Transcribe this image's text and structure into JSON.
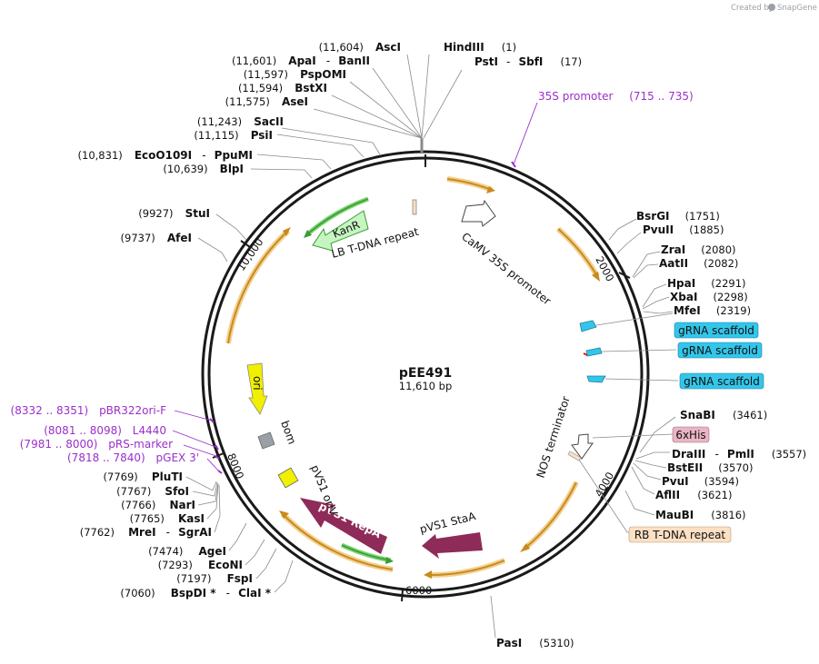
{
  "credit": {
    "prefix": "Created by",
    "brand": "SnapGene"
  },
  "plasmid": {
    "name": "pEE491",
    "size": "11,610 bp",
    "length": 11610
  },
  "ruler": [
    "2000",
    "4000",
    "6000",
    "8000",
    "10,000"
  ],
  "top_sites": [
    {
      "name": "HindIII",
      "pos": "(1)"
    },
    {
      "name": "PstI",
      "sep": "-",
      "name2": "SbfI",
      "pos": "(17)"
    }
  ],
  "left_sites": [
    {
      "pos": "(11,604)",
      "name": "AscI"
    },
    {
      "pos": "(11,601)",
      "name": "ApaI",
      "sep": "-",
      "name2": "BanII"
    },
    {
      "pos": "(11,597)",
      "name": "PspOMI"
    },
    {
      "pos": "(11,594)",
      "name": "BstXI"
    },
    {
      "pos": "(11,575)",
      "name": "AseI"
    },
    {
      "pos": "(11,243)",
      "name": "SacII"
    },
    {
      "pos": "(11,115)",
      "name": "PsiI"
    },
    {
      "pos": "(10,831)",
      "name": "EcoO109I",
      "sep": "-",
      "name2": "PpuMI"
    },
    {
      "pos": "(10,639)",
      "name": "BlpI"
    },
    {
      "pos": "(9927)",
      "name": "StuI"
    },
    {
      "pos": "(9737)",
      "name": "AfeI"
    }
  ],
  "right_sites": [
    {
      "name": "BsrGI",
      "pos": "(1751)"
    },
    {
      "name": "PvuII",
      "pos": "(1885)"
    },
    {
      "name": "ZraI",
      "pos": "(2080)"
    },
    {
      "name": "AatII",
      "pos": "(2082)"
    },
    {
      "name": "HpaI",
      "pos": "(2291)"
    },
    {
      "name": "XbaI",
      "pos": "(2298)"
    },
    {
      "name": "MfeI",
      "pos": "(2319)"
    },
    {
      "name": "SnaBI",
      "pos": "(3461)"
    },
    {
      "name": "DraIII",
      "sep": "-",
      "name2": "PmlI",
      "pos": "(3557)"
    },
    {
      "name": "BstEII",
      "pos": "(3570)"
    },
    {
      "name": "PvuI",
      "pos": "(3594)"
    },
    {
      "name": "AflII",
      "pos": "(3621)"
    },
    {
      "name": "MauBI",
      "pos": "(3816)"
    }
  ],
  "bottom_sites": [
    {
      "name": "PasI",
      "pos": "(5310)"
    }
  ],
  "lower_left_sites": [
    {
      "pos": "(7769)",
      "name": "PluTI"
    },
    {
      "pos": "(7767)",
      "name": "SfoI"
    },
    {
      "pos": "(7766)",
      "name": "NarI"
    },
    {
      "pos": "(7765)",
      "name": "KasI"
    },
    {
      "pos": "(7762)",
      "name": "MreI",
      "sep": "-",
      "name2": "SgrAI"
    },
    {
      "pos": "(7474)",
      "name": "AgeI"
    },
    {
      "pos": "(7293)",
      "name": "EcoNI"
    },
    {
      "pos": "(7197)",
      "name": "FspI"
    },
    {
      "pos": "(7060)",
      "name": "BspDI *",
      "sep": "-",
      "name2": "ClaI *"
    }
  ],
  "primers": [
    {
      "name": "35S promoter",
      "range": "(715 .. 735)"
    },
    {
      "range": "(8332 .. 8351)",
      "name": "pBR322ori-F"
    },
    {
      "range": "(8081 .. 8098)",
      "name": "L4440"
    },
    {
      "range": "(7981 .. 8000)",
      "name": "pRS-marker"
    },
    {
      "range": "(7818 .. 7840)",
      "name": "pGEX 3'"
    }
  ],
  "features": {
    "kanr": "KanR",
    "lb_repeat": "LB T-DNA repeat",
    "camv": "CaMV 35S promoter",
    "grna1": "gRNA scaffold",
    "grna2": "gRNA scaffold",
    "grna3": "gRNA scaffold",
    "his": "6xHis",
    "nos": "NOS terminator",
    "rb_repeat": "RB T-DNA repeat",
    "sta": "pVS1 StaA",
    "repa": "pVS1 RepA",
    "oriv": "pVS1 oriV",
    "ori": "ori",
    "bom": "bom"
  },
  "colors": {
    "orf": "#c88a1c",
    "orf_glow": "#f3cf8f",
    "kanr": "#c6f5c2",
    "kanr_edge": "#3b9a36",
    "grna": "#33c6ea",
    "his": "#e9b5c4",
    "rb": "#fbe0c4",
    "repa": "#8e2b58",
    "ori": "#f0f000",
    "bom": "#9aa0a6",
    "primer": "#9b2fc9"
  }
}
